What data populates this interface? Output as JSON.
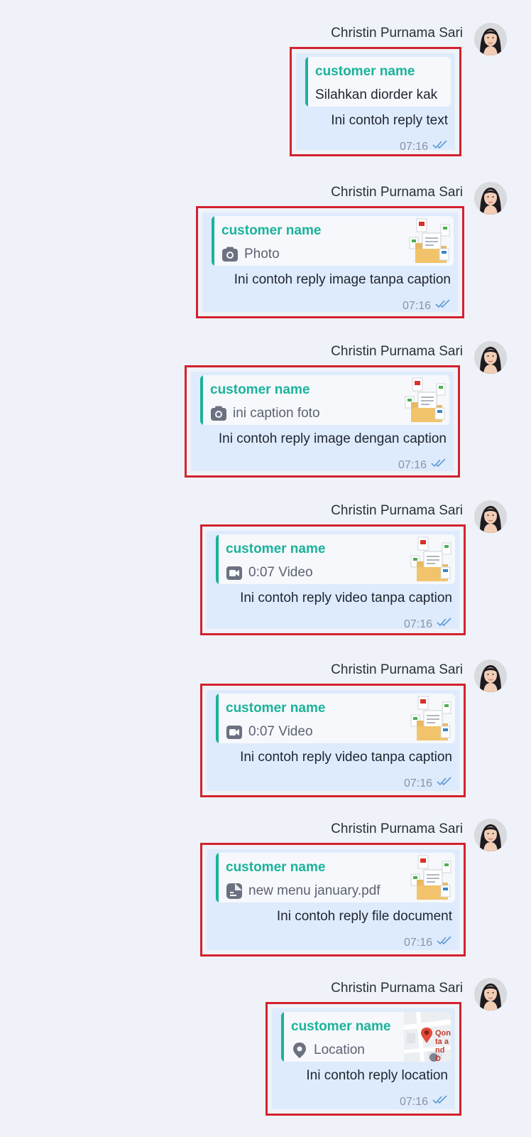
{
  "conversation": {
    "messages": [
      {
        "sender": "Christin Purnama Sari",
        "quoted_name": "customer name",
        "quoted_kind": "text",
        "quoted_text": "Silahkan diorder kak",
        "quoted_icon": "",
        "thumbnail": "",
        "reply": "Ini contoh reply text",
        "time": "07:16",
        "status": "read"
      },
      {
        "sender": "Christin Purnama Sari",
        "quoted_name": "customer name",
        "quoted_kind": "image",
        "quoted_text": "Photo",
        "quoted_icon": "camera-icon",
        "thumbnail": "document-folder-thumbnail",
        "reply": "Ini contoh reply image tanpa caption",
        "time": "07:16",
        "status": "read"
      },
      {
        "sender": "Christin Purnama Sari",
        "quoted_name": "customer name",
        "quoted_kind": "image",
        "quoted_text": "ini caption foto",
        "quoted_icon": "camera-icon",
        "thumbnail": "document-folder-thumbnail",
        "reply": "Ini contoh reply image dengan caption",
        "time": "07:16",
        "status": "read"
      },
      {
        "sender": "Christin Purnama Sari",
        "quoted_name": "customer name",
        "quoted_kind": "video",
        "quoted_text": "0:07 Video",
        "quoted_icon": "video-icon",
        "thumbnail": "document-folder-thumbnail",
        "reply": "Ini contoh reply video tanpa caption",
        "time": "07:16",
        "status": "read"
      },
      {
        "sender": "Christin Purnama Sari",
        "quoted_name": "customer name",
        "quoted_kind": "video",
        "quoted_text": "0:07 Video",
        "quoted_icon": "video-icon",
        "thumbnail": "document-folder-thumbnail",
        "reply": "Ini contoh reply video tanpa caption",
        "time": "07:16",
        "status": "read"
      },
      {
        "sender": "Christin Purnama Sari",
        "quoted_name": "customer name",
        "quoted_kind": "document",
        "quoted_text": "new menu january.pdf",
        "quoted_icon": "document-icon",
        "thumbnail": "document-folder-thumbnail",
        "reply": "Ini contoh reply file document",
        "time": "07:16",
        "status": "read"
      },
      {
        "sender": "Christin Purnama Sari",
        "quoted_name": "customer name",
        "quoted_kind": "location",
        "quoted_text": "Location",
        "quoted_icon": "location-pin-icon",
        "thumbnail": "map-thumbnail",
        "map_label": "Qonta and D",
        "reply": "Ini contoh reply location",
        "time": "07:16",
        "status": "read"
      }
    ]
  },
  "colors": {
    "background": "#eff3f9",
    "bubble": "#deebfc",
    "accent_teal": "#1ab39a",
    "highlight_border": "#d3222f",
    "read_ticks": "#5b9bd5"
  }
}
